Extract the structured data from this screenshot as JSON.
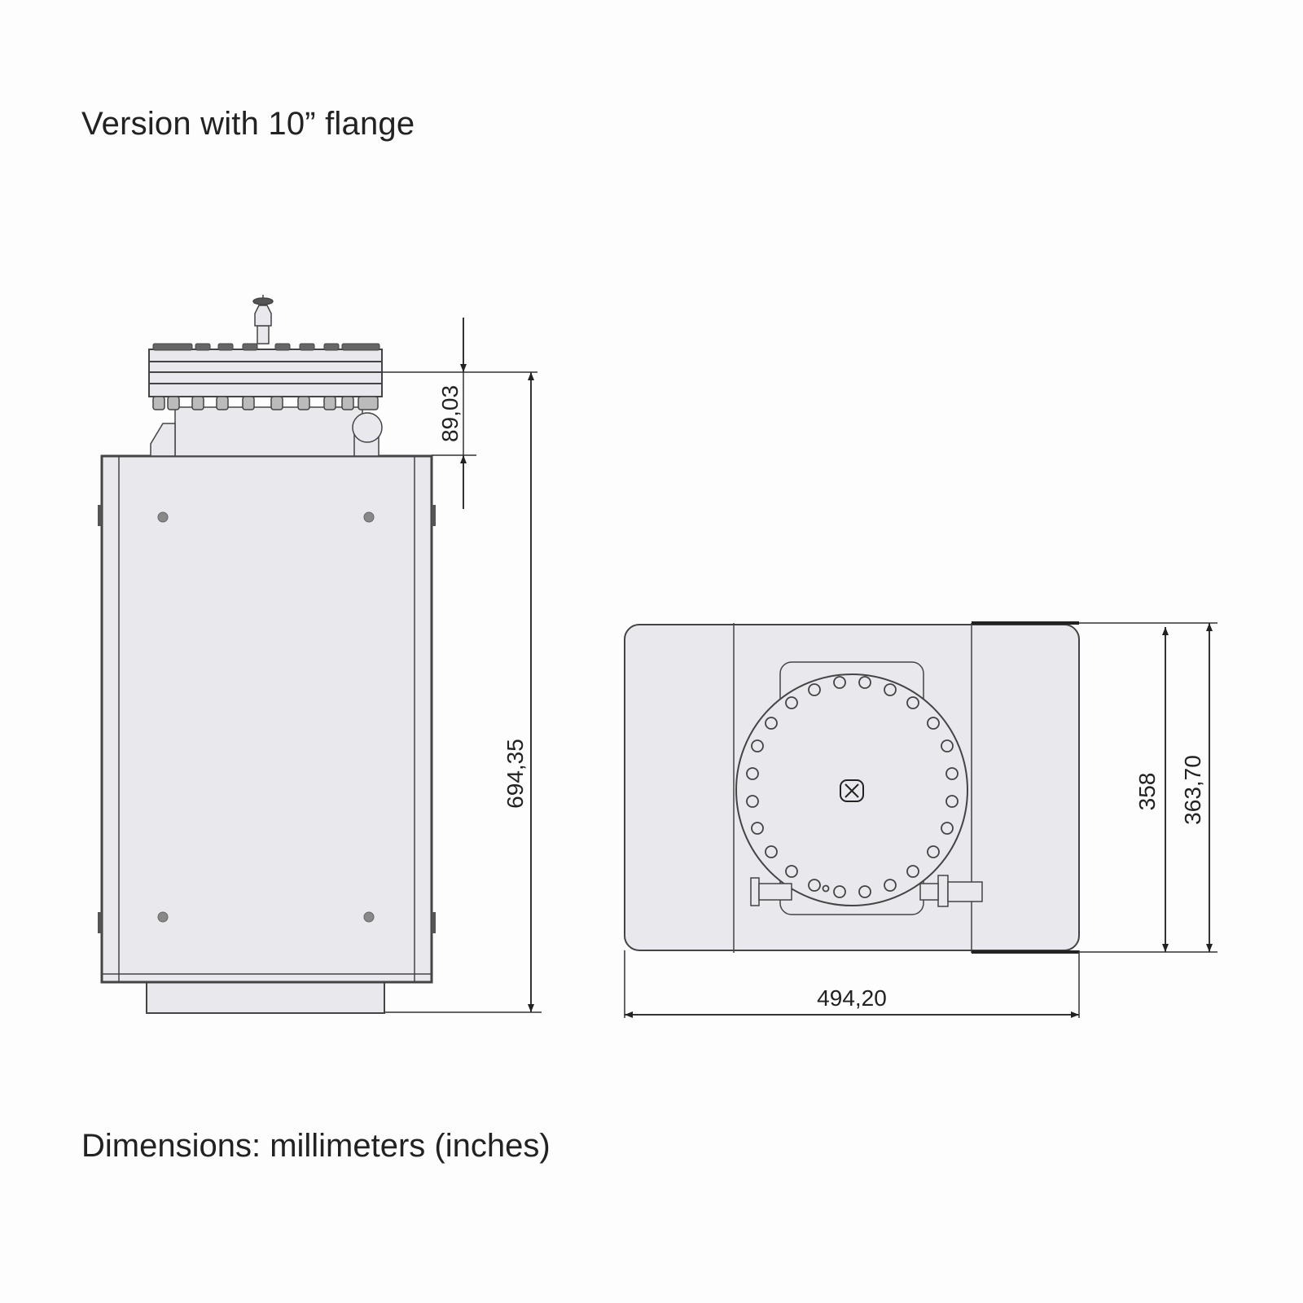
{
  "title": "Version with 10” flange",
  "footer": "Dimensions: millimeters (inches)",
  "side_view": {
    "dim_flange_height": "89,03",
    "dim_total_height": "694,35"
  },
  "top_view": {
    "dim_width": "494,20",
    "dim_depth_inner": "358",
    "dim_depth_outer": "363,70"
  },
  "colors": {
    "body_fill": "#e9e8ec",
    "line": "#444444",
    "background": "#fdfdfd"
  }
}
